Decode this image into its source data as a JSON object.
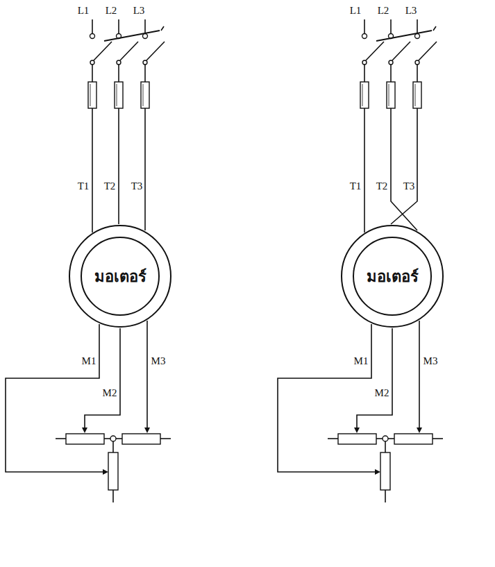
{
  "diagram": {
    "nodes": [
      {
        "text": [
          "มอเตอร์"
        ]
      },
      {
        "text": [
          "มอเตอร์"
        ]
      }
    ],
    "labels": [
      "L1",
      "L2",
      "L3",
      "T1",
      "T2",
      "T3",
      "M1",
      "M2",
      "M3",
      "L1",
      "L2",
      "L3",
      "T1",
      "T2",
      "T3",
      "M1",
      "M2",
      "M3"
    ]
  }
}
